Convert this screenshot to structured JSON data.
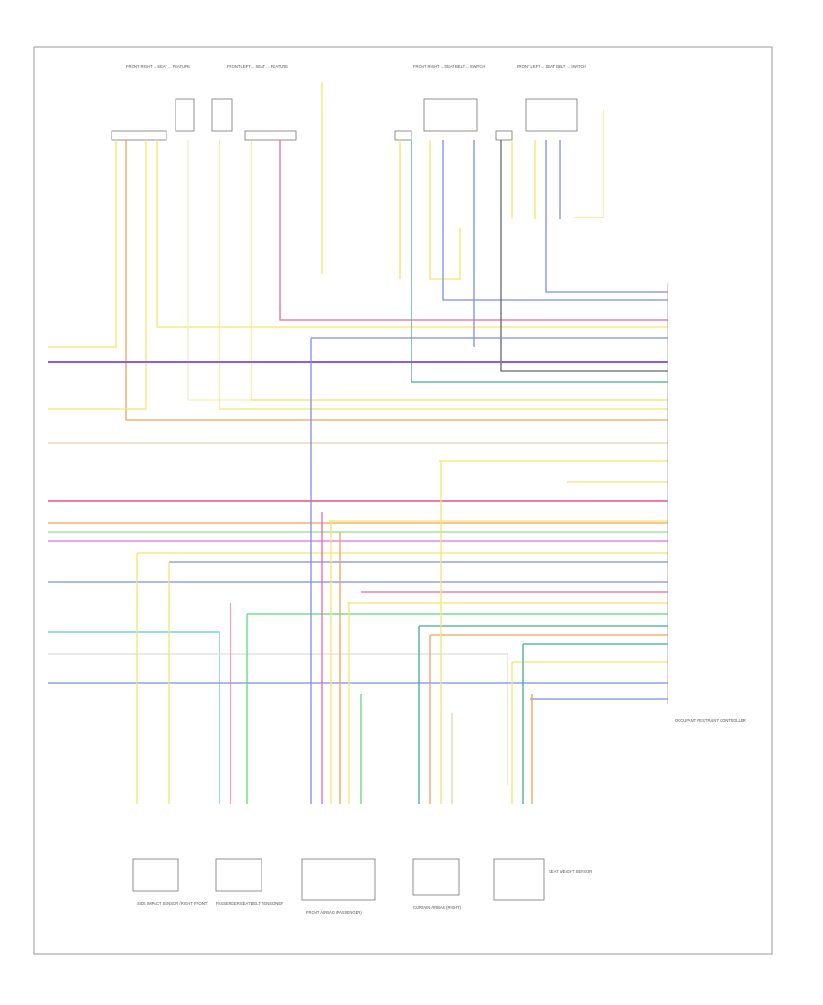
{
  "diagram": {
    "title": "",
    "wire_colors": {
      "yellow": "#f3e56a",
      "orange": "#f0a25a",
      "pink": "#f0679b",
      "red": "#ec5a6e",
      "violet": "#8a5cf0",
      "blue": "#7c8cf0",
      "green": "#5fd77e",
      "light_green": "#8fe08a",
      "teal": "#3fae8f",
      "cyan": "#58c8e8",
      "tan": "#e8d3a6",
      "light": "#f4eec0",
      "gray": "#bbbbbb",
      "magenta": "#e070e8",
      "peach": "#f7c494",
      "dark": "#666666"
    },
    "top_components": [
      {
        "id": "c1",
        "label": "FRONT RIGHT ... SEAT ... FEATURE"
      },
      {
        "id": "c2",
        "label": "FRONT LEFT ... SEAT ... FEATURE"
      },
      {
        "id": "c3",
        "label": "FRONT RIGHT ... SEAT BELT ... SWITCH"
      },
      {
        "id": "c4",
        "label": "FRONT LEFT ... SEAT BELT ... SWITCH"
      }
    ],
    "mid_notes": [
      "...",
      "..."
    ],
    "right_module": "OCCUPANT RESTRAINT CONTROLLER",
    "bottom_components": [
      {
        "id": "b1",
        "label": "SIDE IMPACT SENSOR (RIGHT FRONT)"
      },
      {
        "id": "b2",
        "label": "PASSENGER SEAT BELT TENSIONER"
      },
      {
        "id": "b3",
        "label": "FRONT AIRBAG (PASSENGER)"
      },
      {
        "id": "b4",
        "label": "CURTAIN AIRBAG (RIGHT)"
      },
      {
        "id": "b5",
        "label": "SEAT WEIGHT SENSOR"
      }
    ],
    "footer": ""
  }
}
